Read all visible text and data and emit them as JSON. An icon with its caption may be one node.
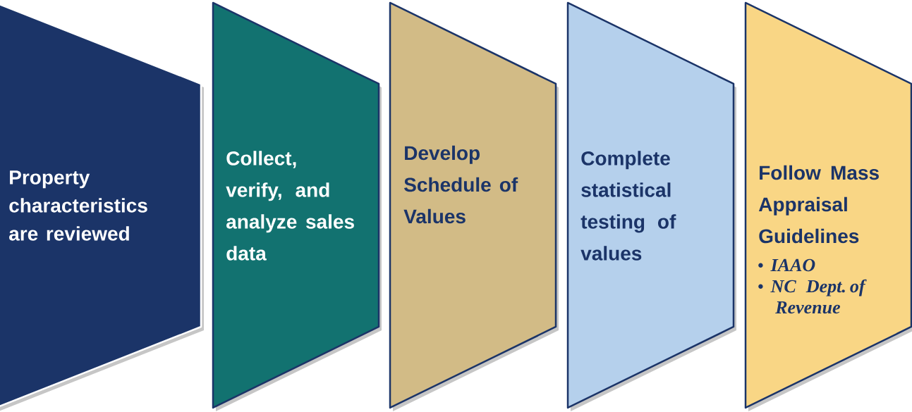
{
  "diagram": {
    "nodes": [
      {
        "text": [
          "Property characteristics are reviewed"
        ]
      },
      {
        "text": [
          "Collect, verify, and analyze sales data"
        ]
      },
      {
        "text": [
          "Develop Schedule of Values"
        ]
      },
      {
        "text": [
          "Complete statistical testing of values"
        ]
      },
      {
        "text": [
          "Follow Mass Appraisal Guidelines",
          "IAAO",
          "NC Dept. of Revenue"
        ]
      }
    ]
  }
}
